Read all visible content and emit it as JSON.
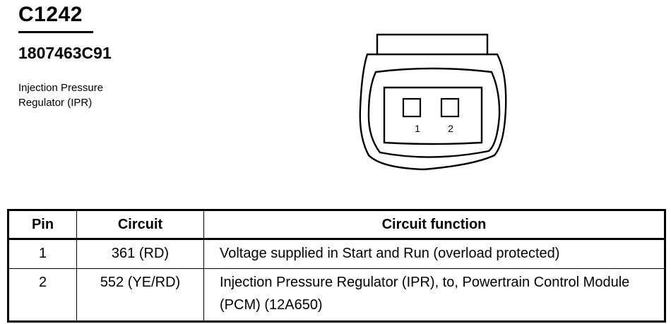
{
  "connector": {
    "id": "C1242",
    "part_number": "1807463C91",
    "component": "Injection Pressure Regulator (IPR)"
  },
  "diagram": {
    "pin_labels": [
      "1",
      "2"
    ]
  },
  "pin_table": {
    "headers": {
      "pin": "Pin",
      "circuit": "Circuit",
      "function": "Circuit function"
    },
    "rows": [
      {
        "pin": "1",
        "circuit": "361 (RD)",
        "function": "Voltage supplied in Start and Run (overload protected)"
      },
      {
        "pin": "2",
        "circuit": "552 (YE/RD)",
        "function": "Injection Pressure Regulator (IPR), to, Powertrain Control Module (PCM) (12A650)"
      }
    ]
  }
}
